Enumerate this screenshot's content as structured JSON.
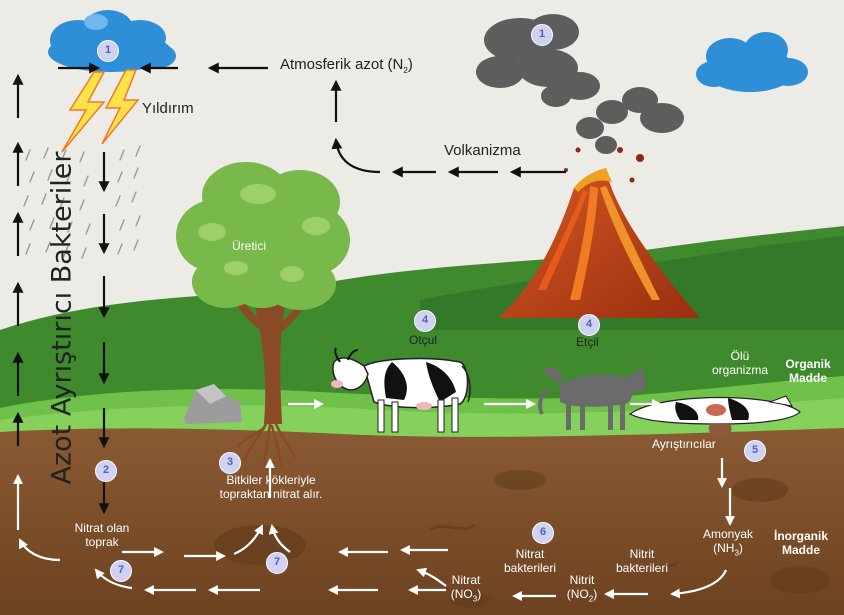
{
  "labels": {
    "atmosferik": "Atmosferik azot (N",
    "atmosferik_sub": "2",
    "yildirim": "Yıldırım",
    "volkanizma": "Volkanizma",
    "azot_title": "Azot Ayrıştırıcı Bakteriler",
    "uretici": "Üretici",
    "otcul": "Otçul",
    "etcil": "Etçil",
    "olu_l1": "Ölü",
    "olu_l2": "organizma",
    "organik_l1": "Organik",
    "organik_l2": "Madde",
    "ayristiricilar": "Ayrıştırıcılar",
    "bitkiler_l1": "Bitkiler kökleriyle",
    "bitkiler_l2": "topraktan nitrat alır.",
    "nitrat_olan_l1": "Nitrat olan",
    "nitrat_olan_l2": "toprak",
    "amonyak_l1": "Amonyak",
    "amonyak_l2a": "(NH",
    "amonyak_sub": "3",
    "inorganik_l1": "İnorganik",
    "inorganik_l2": "Madde",
    "nitrat_bak_l1": "Nitrat",
    "nitrat_bak_l2": "bakterileri",
    "nitrit_bak_l1": "Nitrit",
    "nitrit_bak_l2": "bakterileri",
    "nitrat_l1": "Nitrat",
    "nitrat_l2a": "(NO",
    "nitrat_sub": "3",
    "nitrit_l1": "Nitrit",
    "nitrit_l2a": "(NO",
    "nitrit_sub": "2"
  },
  "badges": {
    "cloud": "1",
    "volcano": "1",
    "soil": "2",
    "roots": "3",
    "otcul": "4",
    "etcil": "4",
    "decomposer": "5",
    "bacteria": "6",
    "return_left": "7",
    "return_mid": "7"
  },
  "colors": {
    "sky": "#ecebe6",
    "grass_dark": "#3e8a2c",
    "grass_light": "#6fc14a",
    "soil": "#7a4c2a",
    "lava": "#e04a18",
    "tree_green": "#79b84a",
    "cloud_blue": "#2e8fd8",
    "badge_fill": "#cfd2f2",
    "badge_text": "#5561b5"
  }
}
